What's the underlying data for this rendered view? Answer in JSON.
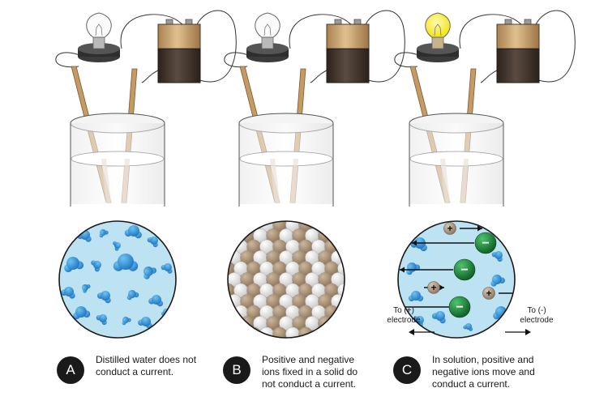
{
  "panels": [
    {
      "badge": "A",
      "caption_lines": [
        "Distilled water does not",
        "conduct a current."
      ],
      "bulb": "off",
      "liquid": "water",
      "icon": "water-molecules"
    },
    {
      "badge": "B",
      "caption_lines": [
        "Positive and negative",
        "ions fixed in a solid do",
        "not conduct a current."
      ],
      "bulb": "off",
      "liquid": "solid",
      "icon": "packed-ion-lattice"
    },
    {
      "badge": "C",
      "caption_lines": [
        "In solution, positive and",
        "negative ions move and",
        "conduct a current."
      ],
      "bulb": "on",
      "liquid": "solution",
      "icon": "mobile-ions",
      "ion_signs": {
        "positive": "+",
        "negative": "−"
      },
      "electrode_labels": {
        "left": [
          "To (+)",
          "electrode"
        ],
        "right": [
          "To (-)",
          "electrode"
        ]
      }
    }
  ],
  "colors": {
    "water_bg": "#bde3f2",
    "water_molecule": "#2f8fd8",
    "cation": "#a08c78",
    "anion": "#1f7a3a",
    "battery_top": "#c9a56d",
    "battery_bottom": "#3d322b",
    "bulb_on": "#f4ec1f",
    "electrode": "#c59a63"
  }
}
